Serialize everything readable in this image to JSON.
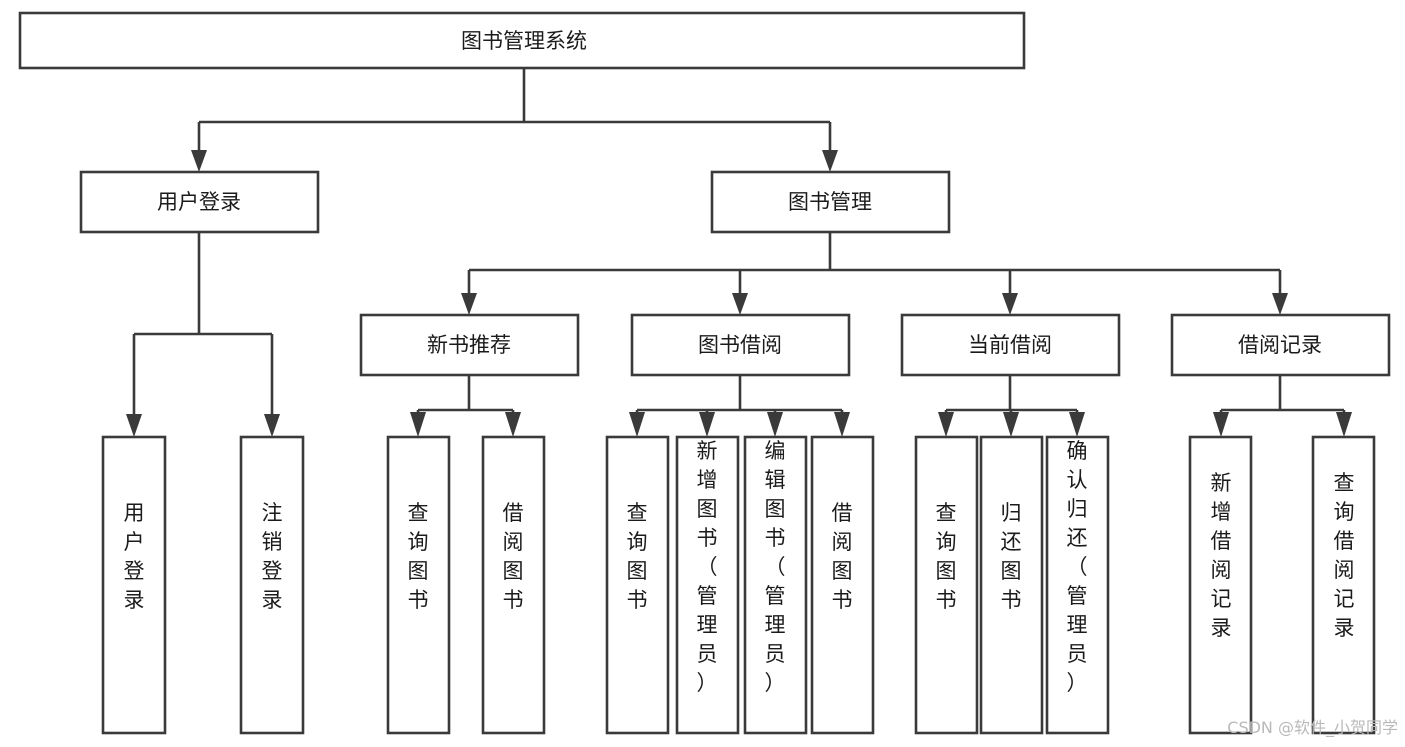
{
  "diagram": {
    "title": "图书管理系统",
    "type": "tree-hierarchy-chart",
    "root": {
      "label": "图书管理系统"
    },
    "level2": [
      {
        "label": "用户登录"
      },
      {
        "label": "图书管理"
      }
    ],
    "level3": [
      {
        "label": "新书推荐"
      },
      {
        "label": "图书借阅"
      },
      {
        "label": "当前借阅"
      },
      {
        "label": "借阅记录"
      }
    ],
    "leaves": {
      "user_login": [
        {
          "label": "用户登录"
        },
        {
          "label": "注销登录"
        }
      ],
      "new_book_recommend": [
        {
          "label": "查询图书"
        },
        {
          "label": "借阅图书"
        }
      ],
      "book_borrow": [
        {
          "label": "查询图书"
        },
        {
          "label": "新增图书（管理员）"
        },
        {
          "label": "编辑图书（管理员）"
        },
        {
          "label": "借阅图书"
        }
      ],
      "current_borrow": [
        {
          "label": "查询图书"
        },
        {
          "label": "归还图书"
        },
        {
          "label": "确认归还（管理员）"
        }
      ],
      "borrow_record": [
        {
          "label": "新增借阅记录"
        },
        {
          "label": "查询借阅记录"
        }
      ]
    }
  },
  "watermark": {
    "text": "CSDN @软件_小贺同学"
  },
  "colors": {
    "stroke": "#3a3a3a",
    "box_fill": "#ffffff",
    "text": "#1b1b1b",
    "watermark": "#b9b9b9",
    "background": "#ffffff"
  }
}
